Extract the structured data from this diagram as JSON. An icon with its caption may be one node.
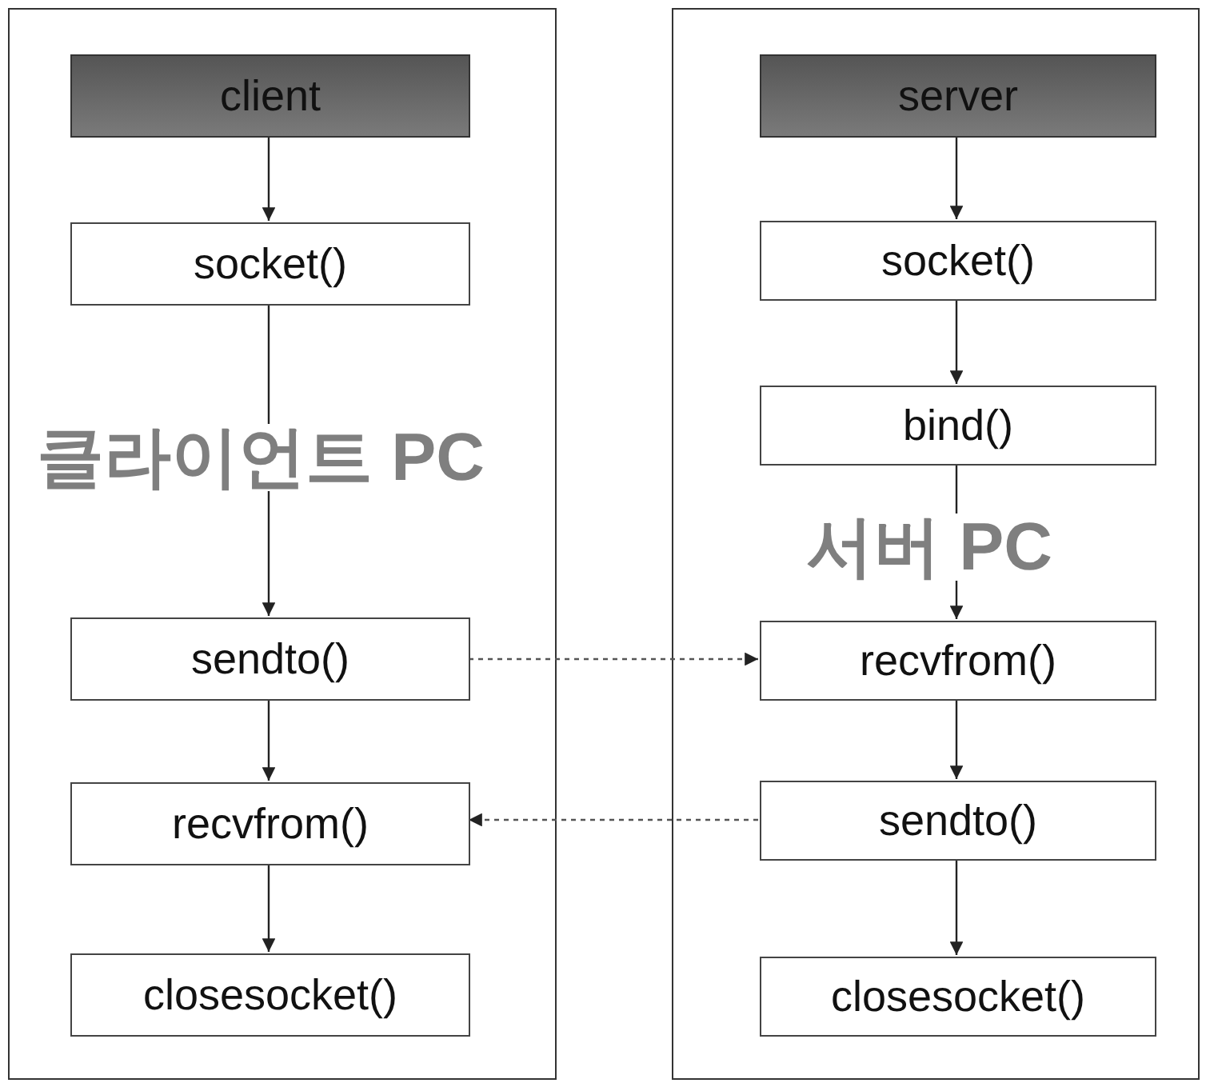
{
  "diagram": {
    "nodes": [
      {
        "text": [
          "클라이언트 PC"
        ]
      },
      {
        "text": [
          "client"
        ],
        "in": 0
      },
      {
        "text": [
          "socket()"
        ],
        "in": 0
      },
      {
        "text": [
          "sendto()"
        ],
        "in": 0
      },
      {
        "text": [
          "recvfrom()"
        ],
        "in": 0
      },
      {
        "text": [
          "closesocket()"
        ],
        "in": 0
      },
      {
        "text": [
          "서버 PC"
        ]
      },
      {
        "text": [
          "server"
        ],
        "in": 6
      },
      {
        "text": [
          "socket()"
        ],
        "in": 6
      },
      {
        "text": [
          "bind()"
        ],
        "in": 6
      },
      {
        "text": [
          "recvfrom()"
        ],
        "in": 6
      },
      {
        "text": [
          "sendto()"
        ],
        "in": 6
      },
      {
        "text": [
          "closesocket()"
        ],
        "in": 6
      }
    ],
    "edges": [
      {
        "from": 1,
        "to": 2,
        "arrow": "to"
      },
      {
        "from": 2,
        "to": 3,
        "arrow": "to"
      },
      {
        "from": 3,
        "to": 4,
        "arrow": "to"
      },
      {
        "from": 4,
        "to": 5,
        "arrow": "to"
      },
      {
        "from": 7,
        "to": 8,
        "arrow": "to"
      },
      {
        "from": 8,
        "to": 9,
        "arrow": "to"
      },
      {
        "from": 9,
        "to": 10,
        "arrow": "to"
      },
      {
        "from": 10,
        "to": 11,
        "arrow": "to"
      },
      {
        "from": 11,
        "to": 12,
        "arrow": "to"
      },
      {
        "from": 3,
        "to": 10,
        "arrow": "to",
        "style": "dashed"
      },
      {
        "from": 11,
        "to": 4,
        "arrow": "to",
        "style": "dashed"
      }
    ]
  }
}
